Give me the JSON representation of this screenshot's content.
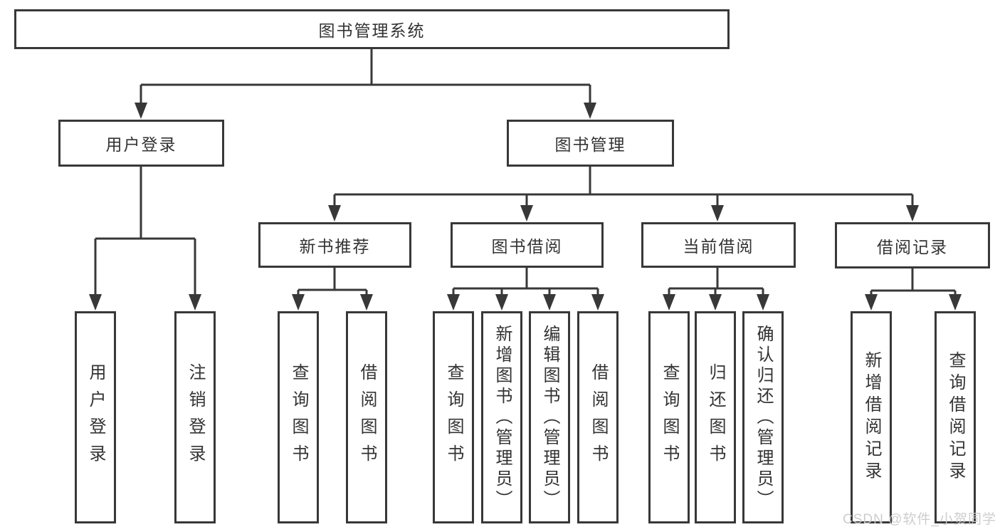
{
  "diagram": {
    "root": {
      "label": "图书管理系统"
    },
    "branches": [
      {
        "id": "user-login",
        "label": "用户登录",
        "children": [
          {
            "label": "用户登录"
          },
          {
            "label": "注销登录"
          }
        ]
      },
      {
        "id": "book-management",
        "label": "图书管理",
        "sections": [
          {
            "label": "新书推荐",
            "children": [
              {
                "label": "查询图书"
              },
              {
                "label": "借阅图书"
              }
            ]
          },
          {
            "label": "图书借阅",
            "children": [
              {
                "label": "查询图书"
              },
              {
                "label": "新增图书（管理员）"
              },
              {
                "label": "编辑图书（管理员）"
              },
              {
                "label": "借阅图书"
              }
            ]
          },
          {
            "label": "当前借阅",
            "children": [
              {
                "label": "查询图书"
              },
              {
                "label": "归还图书"
              },
              {
                "label": "确认归还（管理员）"
              }
            ]
          },
          {
            "label": "借阅记录",
            "children": [
              {
                "label": "新增借阅记录"
              },
              {
                "label": "查询借阅记录"
              }
            ]
          }
        ]
      }
    ],
    "colors": {
      "line": "#383838",
      "text": "#333333",
      "background": "#ffffff"
    }
  },
  "watermark": {
    "text": "CSDN @软件_小贺同学",
    "color": "#c9c9c9"
  }
}
